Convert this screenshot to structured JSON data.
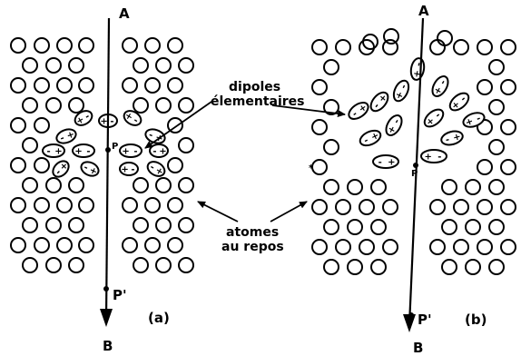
{
  "diagram": {
    "panel_a": {
      "top_label": "A",
      "bottom_label": "B",
      "point_p": "P",
      "point_p_prime": "P'",
      "caption": "(a)"
    },
    "panel_b": {
      "top_label": "A",
      "bottom_label": "B",
      "point_p": "P",
      "point_p_prime": "P'",
      "caption": "(b)"
    },
    "annotations": {
      "dipoles_line1": "dipoles",
      "dipoles_line2": "élementaires",
      "atoms_line1": "atomes",
      "atoms_line2": "au repos"
    },
    "dipole_sign_positive": "+",
    "dipole_sign_negative": "-"
  }
}
